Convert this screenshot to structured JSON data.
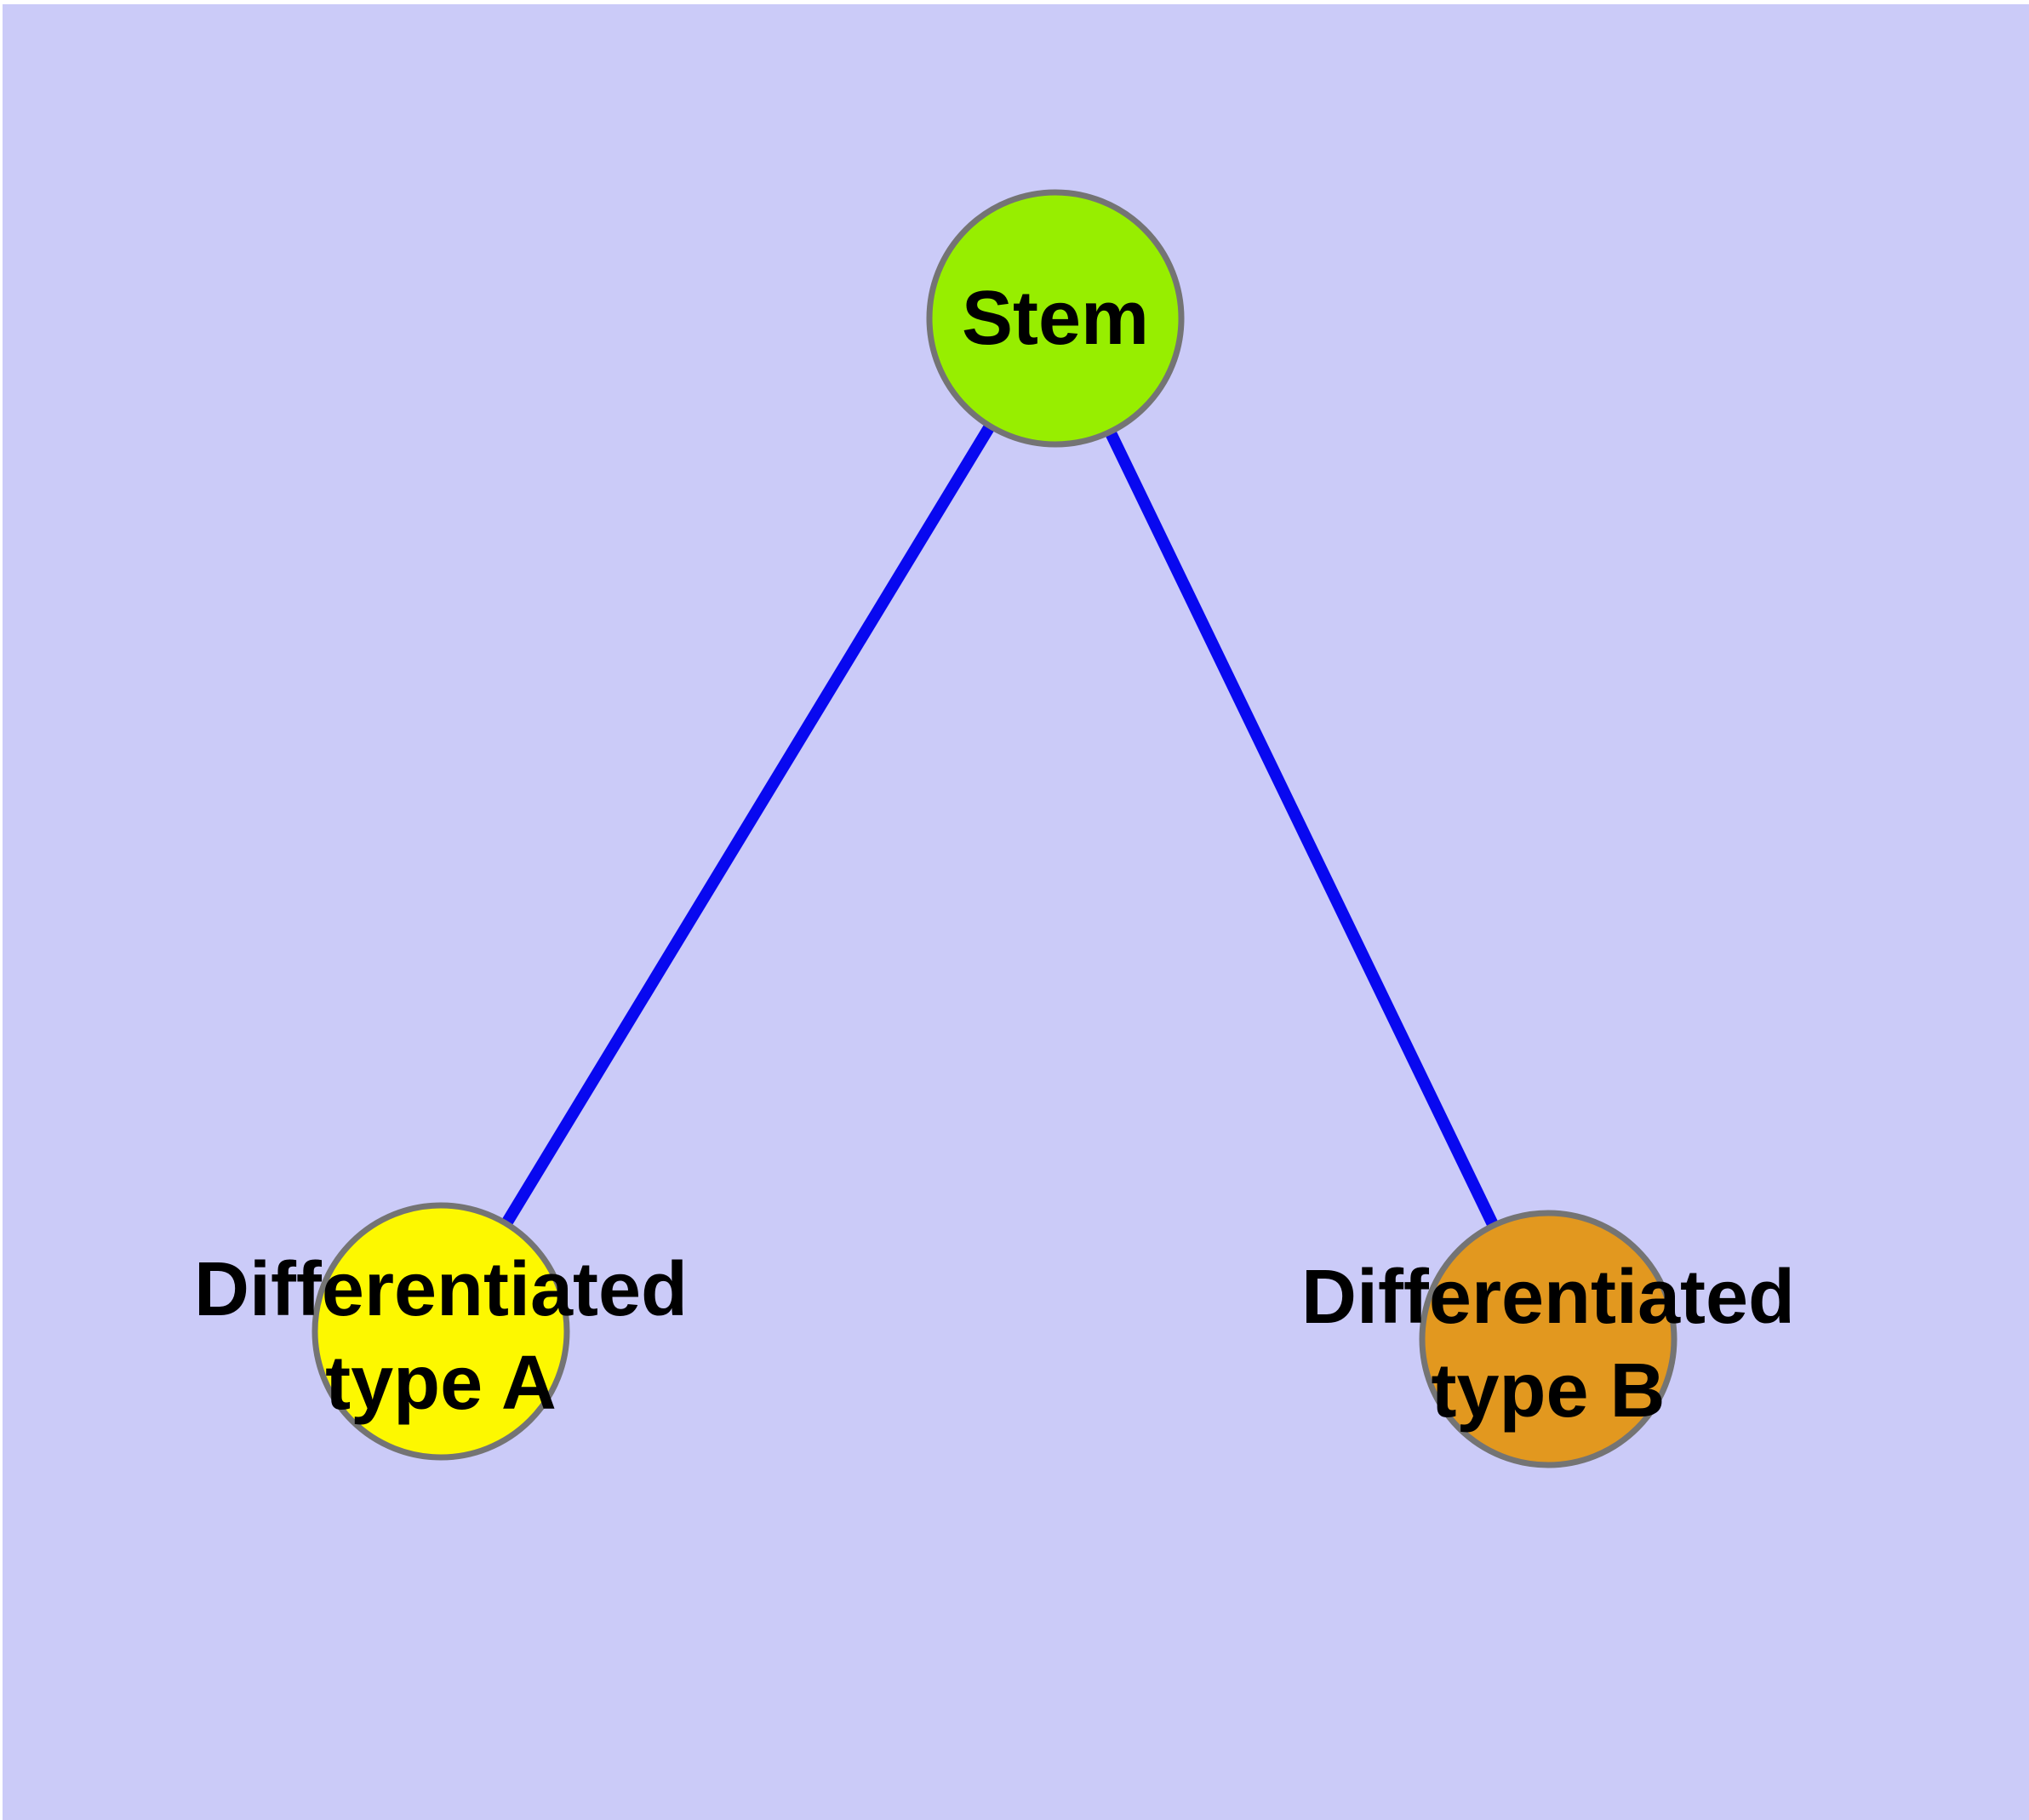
{
  "diagram": {
    "type": "graph",
    "background": "#cbcbf8",
    "margin_color": "#ffffff",
    "text_color": "#000000",
    "edge_style": {
      "color": "#0808f0",
      "width": 14
    },
    "node_style": {
      "border_color": "#747474",
      "border_width": 7
    },
    "nodes": {
      "stem": {
        "label": "Stem",
        "fill": "#97ee00"
      },
      "type_a": {
        "label_line1": "Differentiated",
        "label_line2": "type A",
        "label_full": "Differentiated type A",
        "fill": "#fdf800"
      },
      "type_b": {
        "label_line1": "Differentiated",
        "label_line2": "type B",
        "label_full": "Differentiated type B",
        "fill": "#e2981f"
      }
    },
    "edges": [
      {
        "from": "Stem",
        "to": "Differentiated type A"
      },
      {
        "from": "Stem",
        "to": "Differentiated type B"
      }
    ]
  }
}
